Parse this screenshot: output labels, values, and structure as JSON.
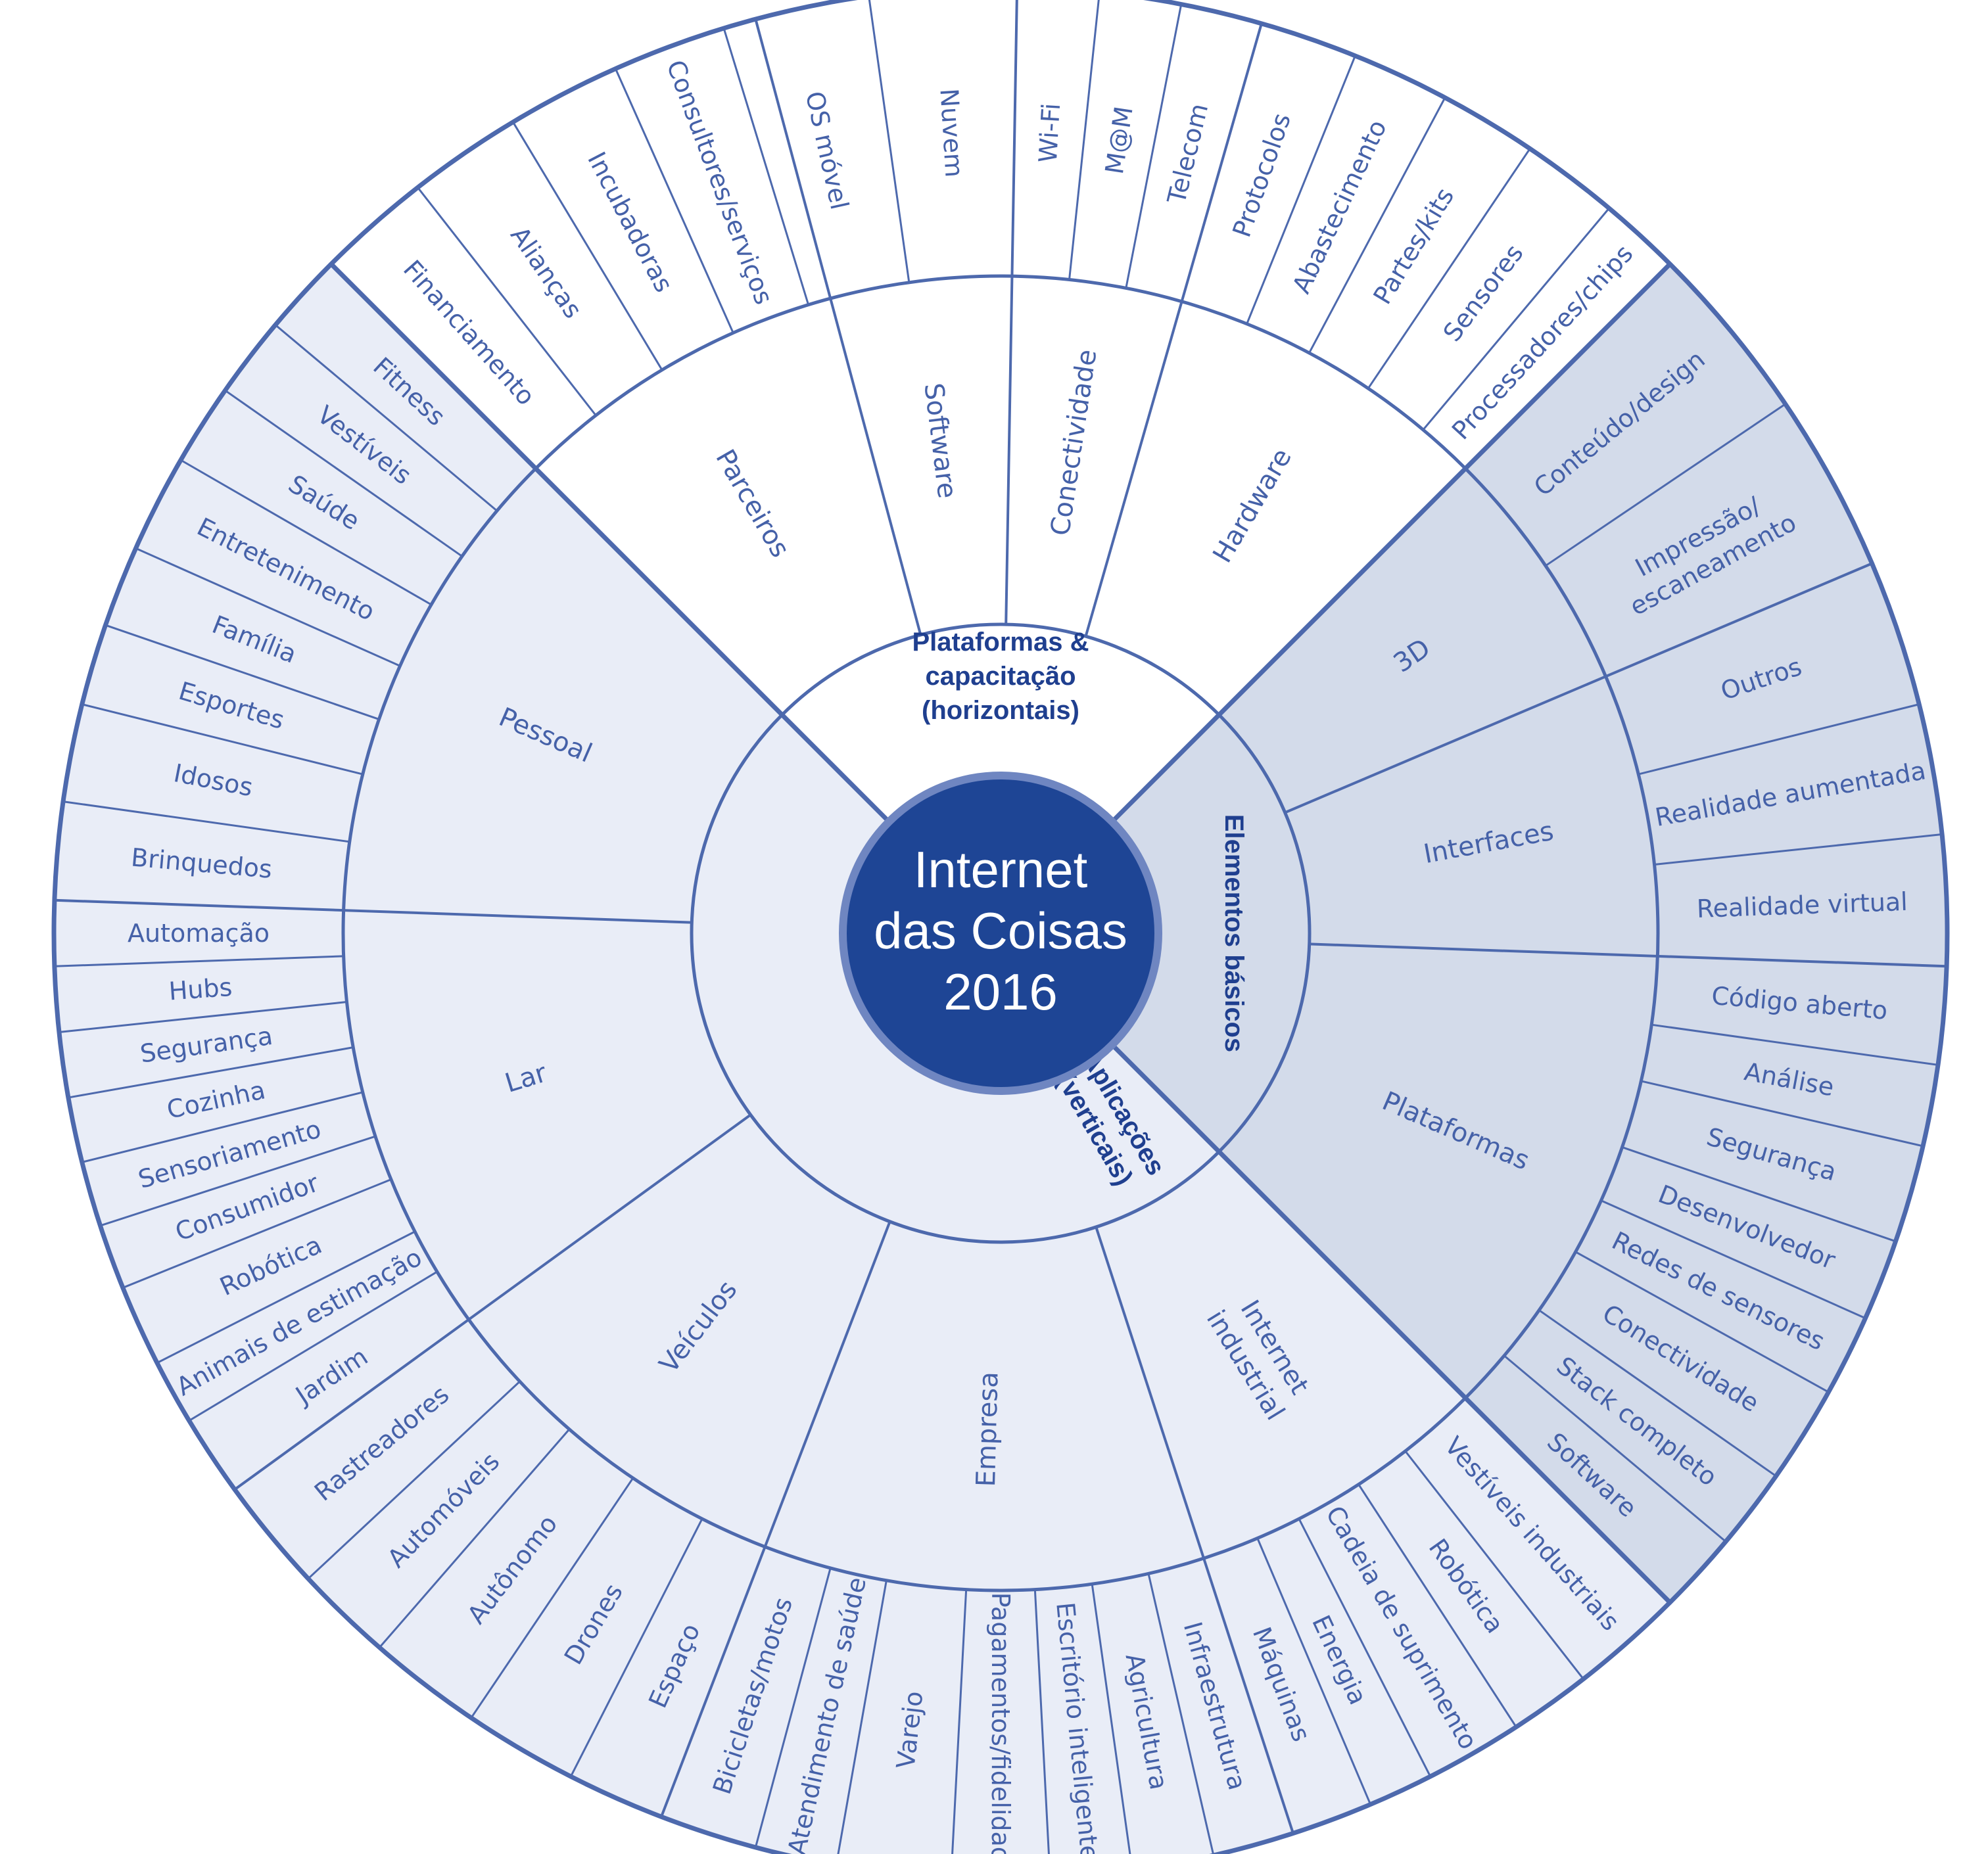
{
  "center": {
    "lines": [
      "Internet",
      "das Coisas",
      "2016"
    ]
  },
  "colors": {
    "line": "#4d69ad",
    "lightFill": "#e9edf7",
    "darkFill": "#d3dbea",
    "white": "#ffffff",
    "center": "#1e4595",
    "text": "#4561a8",
    "catText": "#1f3f8f"
  },
  "categories": [
    {
      "id": "horizontais",
      "lines": [
        "Plataformas &",
        "capacitação",
        "(horizontais)"
      ],
      "start": 315,
      "end": 45,
      "fill": "white"
    },
    {
      "id": "basicos",
      "lines": [
        "Elementos básicos"
      ],
      "start": 45,
      "end": 135,
      "fill": "dark"
    },
    {
      "id": "verticais",
      "lines": [
        "Aplicações",
        "(verticais)"
      ],
      "start": 135,
      "end": 315,
      "fill": "light"
    }
  ],
  "subcategories": [
    {
      "label": "Parceiros",
      "start": 315,
      "end": 345
    },
    {
      "label": "Software",
      "start": 345,
      "end": 1
    },
    {
      "label": "Conectividade",
      "start": 1,
      "end": 16
    },
    {
      "label": "Hardware",
      "start": 16,
      "end": 45
    },
    {
      "label": "3D",
      "start": 45,
      "end": 67
    },
    {
      "label": "Interfaces",
      "start": 67,
      "end": 92
    },
    {
      "label": "Plataformas",
      "start": 92,
      "end": 135
    },
    {
      "label": "Internet industrial",
      "start": 135,
      "end": 162
    },
    {
      "label": "Empresa",
      "start": 162,
      "end": 201
    },
    {
      "label": "Veículos",
      "start": 201,
      "end": 234
    },
    {
      "label": "Lar",
      "start": 234,
      "end": 272
    },
    {
      "label": "Pessoal",
      "start": 272,
      "end": 315
    }
  ],
  "items": [
    {
      "label": "Financiamento",
      "start": 315,
      "end": 322
    },
    {
      "label": "Alianças",
      "start": 322,
      "end": 329
    },
    {
      "label": "Incubadoras",
      "start": 329,
      "end": 336
    },
    {
      "label": "Consultores/serviços",
      "start": 336,
      "end": 343
    },
    {
      "label": "OS móvel",
      "start": 343,
      "end": 352
    },
    {
      "label": "Nuvem",
      "start": 352,
      "end": 1
    },
    {
      "label": "Wi-Fi",
      "start": 1,
      "end": 6
    },
    {
      "label": "M@M",
      "start": 6,
      "end": 11
    },
    {
      "label": "Telecom",
      "start": 11,
      "end": 16
    },
    {
      "label": "Protocolos",
      "start": 16,
      "end": 22
    },
    {
      "label": "Abastecimento",
      "start": 22,
      "end": 28
    },
    {
      "label": "Partes/kits",
      "start": 28,
      "end": 34
    },
    {
      "label": "Sensores",
      "start": 34,
      "end": 40
    },
    {
      "label": "Processadores/chips",
      "start": 40,
      "end": 45
    },
    {
      "label": "Conteúdo/design",
      "start": 45,
      "end": 56
    },
    {
      "label": "Impressão/\nescaneamento",
      "start": 56,
      "end": 67
    },
    {
      "label": "Outros",
      "start": 67,
      "end": 76
    },
    {
      "label": "Realidade aumentada",
      "start": 76,
      "end": 84
    },
    {
      "label": "Realidade virtual",
      "start": 84,
      "end": 92
    },
    {
      "label": "Código aberto",
      "start": 92,
      "end": 98
    },
    {
      "label": "Análise",
      "start": 98,
      "end": 103
    },
    {
      "label": "Segurança",
      "start": 103,
      "end": 109
    },
    {
      "label": "Desenvolvedor",
      "start": 109,
      "end": 114
    },
    {
      "label": "Redes de sensores",
      "start": 114,
      "end": 119
    },
    {
      "label": "Conectividade",
      "start": 119,
      "end": 125
    },
    {
      "label": "Stack completo",
      "start": 125,
      "end": 130
    },
    {
      "label": "Software",
      "start": 130,
      "end": 135
    },
    {
      "label": "Vestíveis industriais",
      "start": 135,
      "end": 142
    },
    {
      "label": "Robótica",
      "start": 142,
      "end": 147
    },
    {
      "label": "Cadeia de suprimento",
      "start": 147,
      "end": 153
    },
    {
      "label": "Energia",
      "start": 153,
      "end": 157
    },
    {
      "label": "Máquinas",
      "start": 157,
      "end": 162
    },
    {
      "label": "Infraestrutura",
      "start": 162,
      "end": 167
    },
    {
      "label": "Agricultura",
      "start": 167,
      "end": 172
    },
    {
      "label": "Escritório inteligente",
      "start": 172,
      "end": 177
    },
    {
      "label": "Pagamentos/fidelidade",
      "start": 177,
      "end": 183
    },
    {
      "label": "Varejo",
      "start": 183,
      "end": 190
    },
    {
      "label": "Atendimento de saúde",
      "start": 190,
      "end": 195
    },
    {
      "label": "Bicicletas/motos",
      "start": 195,
      "end": 201
    },
    {
      "label": "Espaço",
      "start": 201,
      "end": 207
    },
    {
      "label": "Drones",
      "start": 207,
      "end": 214
    },
    {
      "label": "Autônomo",
      "start": 214,
      "end": 221
    },
    {
      "label": "Automóveis",
      "start": 221,
      "end": 227
    },
    {
      "label": "Rastreadores",
      "start": 227,
      "end": 234
    },
    {
      "label": "Jardim",
      "start": 234,
      "end": 239
    },
    {
      "label": "Animais de estimação",
      "start": 239,
      "end": 243
    },
    {
      "label": "Robótica",
      "start": 243,
      "end": 248
    },
    {
      "label": "Consumidor",
      "start": 248,
      "end": 252
    },
    {
      "label": "Sensoriamento",
      "start": 252,
      "end": 256
    },
    {
      "label": "Cozinha",
      "start": 256,
      "end": 260
    },
    {
      "label": "Segurança",
      "start": 260,
      "end": 264
    },
    {
      "label": "Hubs",
      "start": 264,
      "end": 268
    },
    {
      "label": "Automação",
      "start": 268,
      "end": 272
    },
    {
      "label": "Brinquedos",
      "start": 272,
      "end": 278
    },
    {
      "label": "Idosos",
      "start": 278,
      "end": 284
    },
    {
      "label": "Esportes",
      "start": 284,
      "end": 289
    },
    {
      "label": "Família",
      "start": 289,
      "end": 294
    },
    {
      "label": "Entretenimento",
      "start": 294,
      "end": 300
    },
    {
      "label": "Saúde",
      "start": 300,
      "end": 305
    },
    {
      "label": "Vestíveis",
      "start": 305,
      "end": 310
    },
    {
      "label": "Fitness",
      "start": 310,
      "end": 315
    }
  ]
}
